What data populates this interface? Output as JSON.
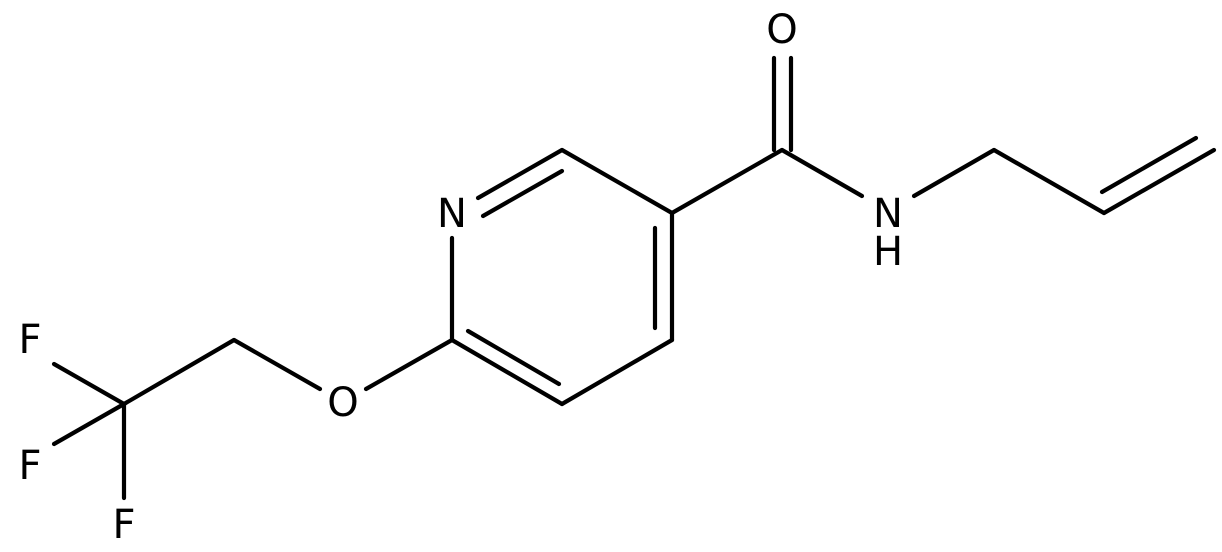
{
  "molecule": {
    "atoms": {
      "o_carbonyl": "O",
      "n_ring": "N",
      "n_amide": "N",
      "h_amide": "H",
      "o_ether": "O",
      "f_top": "F",
      "f_middle": "F",
      "f_bottom": "F"
    },
    "colors": {
      "bond": "#000000",
      "label": "#000000",
      "background": "#ffffff"
    }
  }
}
